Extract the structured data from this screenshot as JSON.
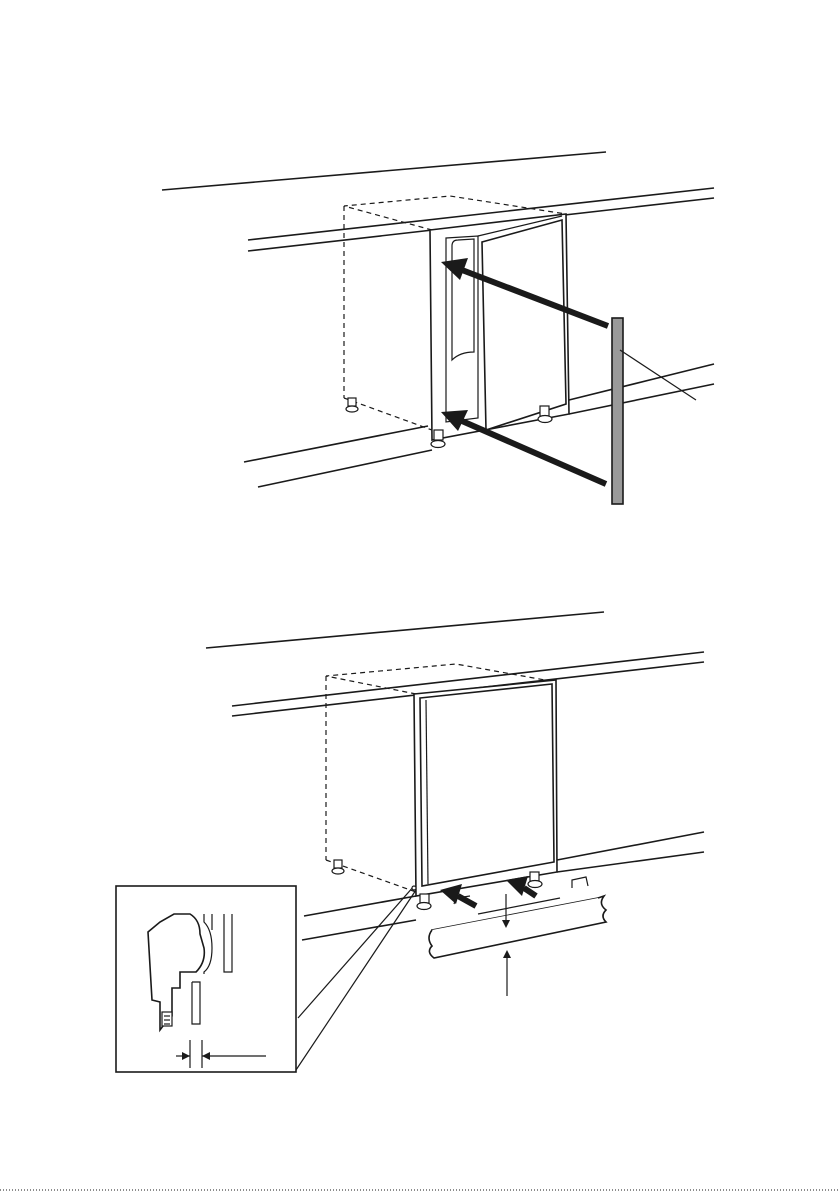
{
  "figure": {
    "colors": {
      "line": "#1a1a1a",
      "background": "#ffffff",
      "trim_strip": "#9a9a9a",
      "ground": "#e4e4e4"
    },
    "panels": [
      {
        "name": "mount-door-trim-strip"
      },
      {
        "name": "fit-plinth-below-door"
      }
    ],
    "inset": {
      "name": "door-gap-detail"
    }
  }
}
